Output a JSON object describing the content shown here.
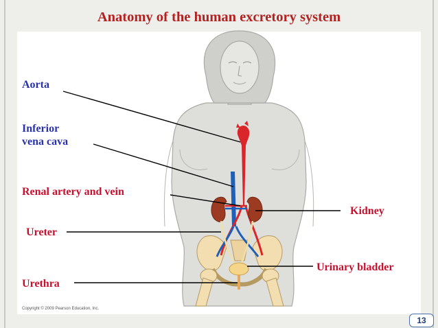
{
  "title": "Anatomy of the human excretory system",
  "labels": {
    "aorta": "Aorta",
    "inferior_vena_cava_line1": "Inferior",
    "inferior_vena_cava_line2": "vena cava",
    "renal_artery_vein": "Renal artery and vein",
    "ureter": "Ureter",
    "urethra": "Urethra",
    "kidney": "Kidney",
    "urinary_bladder": "Urinary bladder"
  },
  "copyright": "Copyright © 2009 Pearson Education, Inc.",
  "page_number": "13",
  "colors": {
    "title": "#b22222",
    "label_blue": "#2a32a8",
    "label_red": "#c8102e",
    "artery": "#d9262b",
    "vein": "#1f5fb8",
    "kidney": "#9c3a22",
    "bone": "#f2deb0"
  }
}
